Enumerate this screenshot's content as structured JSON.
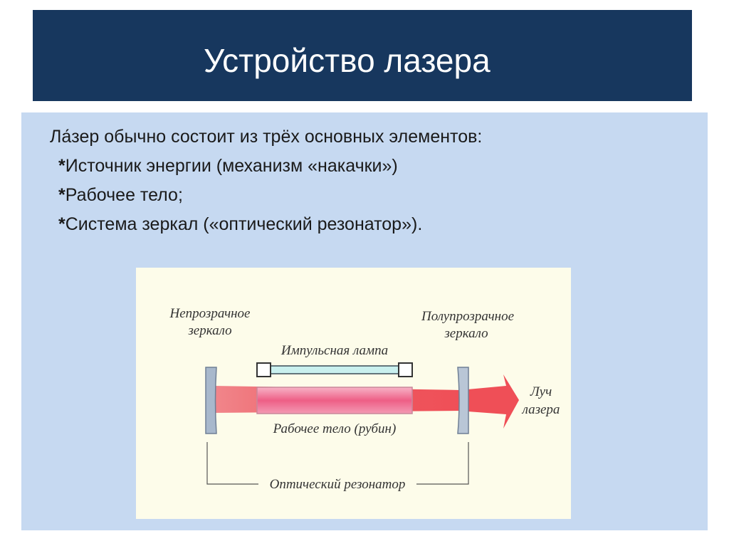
{
  "title": "Устройство лазера",
  "intro": "Ла́зер обычно состоит из трёх основных элементов:",
  "bullets": [
    {
      "mark": "*",
      "text": "Источник энергии (механизм «накачки»)"
    },
    {
      "mark": "*",
      "text": "Рабочее тело;"
    },
    {
      "mark": "*",
      "text": "Система зеркал («оптический резонатор»)."
    }
  ],
  "diagram": {
    "left_mirror": [
      "Непрозрачное",
      "зеркало"
    ],
    "right_mirror": [
      "Полупрозрачное",
      "зеркало"
    ],
    "lamp": "Импульсная лампа",
    "medium": "Рабочее тело (рубин)",
    "beam": [
      "Луч",
      "лазера"
    ],
    "resonator": "Оптический резонатор"
  },
  "colors": {
    "title_bg": "#17375e",
    "panel_bg": "#c6d9f1",
    "figure_bg": "#fdfcea",
    "beam": "#ef4f57",
    "mirror": "#a8b8cc"
  }
}
